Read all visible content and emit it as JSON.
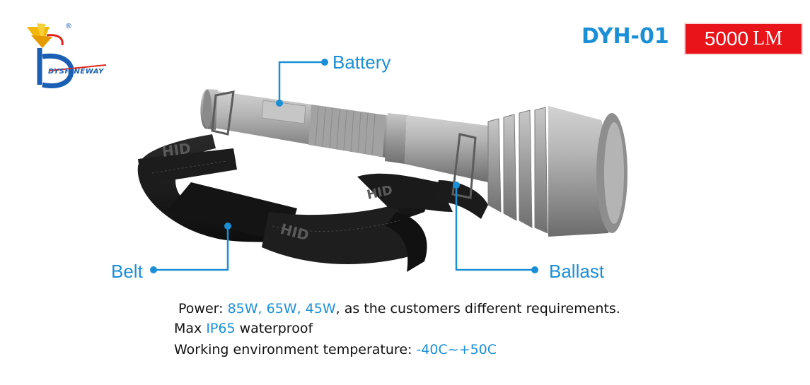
{
  "logo": {
    "brand": "DYSHINEWAY",
    "registered_mark": "®"
  },
  "product": {
    "model": "DYH-01",
    "lumen_value": "5000",
    "lumen_unit": "LM"
  },
  "callouts": {
    "battery": "Battery",
    "belt": "Belt",
    "ballast": "Ballast"
  },
  "specs": {
    "power_label": "Power: ",
    "power_values": "85W, 65W, 45W",
    "power_suffix": ", as the customers different requirements.",
    "waterproof_prefix": "Max ",
    "waterproof_rating": "IP65",
    "waterproof_suffix": " waterproof",
    "temp_label": "Working environment temperature: ",
    "temp_range": "-40C~+50C"
  },
  "colors": {
    "accent_blue": "#1b8fd6",
    "badge_red": "#e8141a",
    "body_silver": "#a8a8a8",
    "strap_black": "#1a1a1a"
  },
  "strap_print": "HID"
}
